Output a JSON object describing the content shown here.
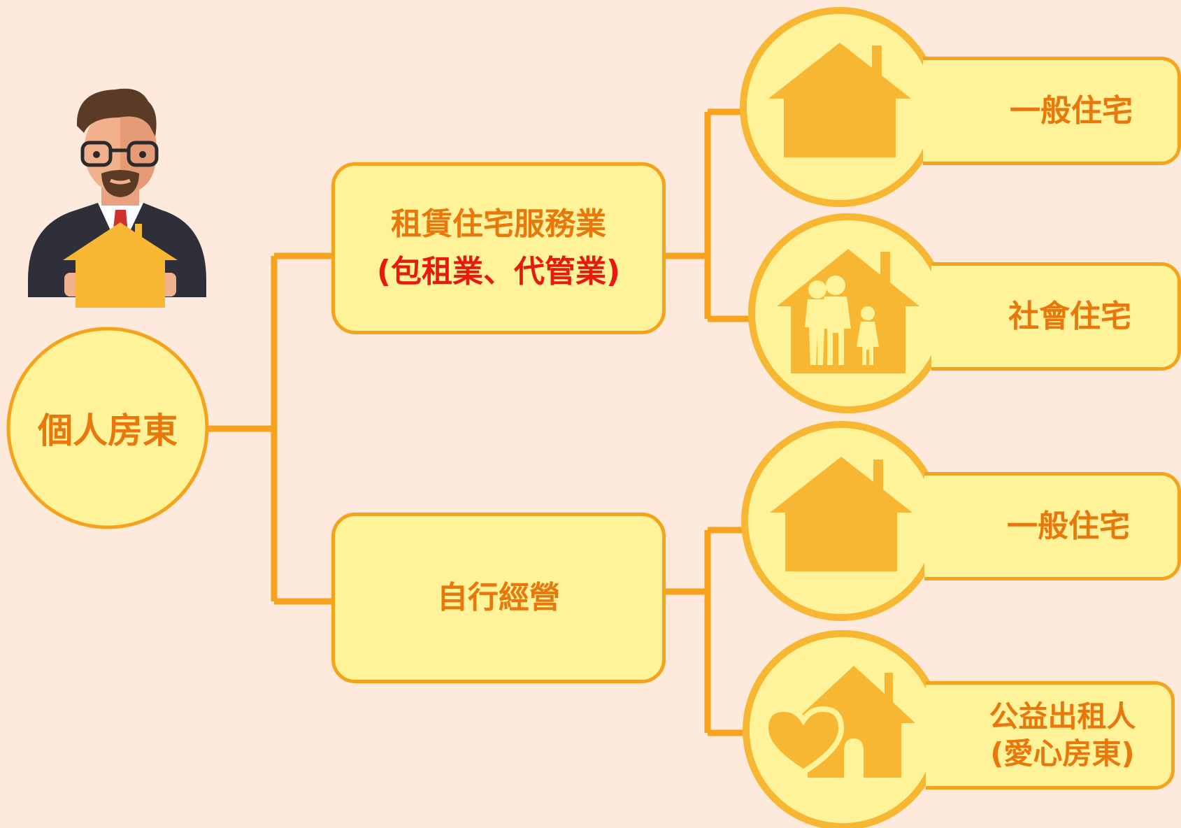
{
  "root": {
    "label": "個人房東"
  },
  "branches": [
    {
      "lines": [
        "租賃住宅服務業",
        "(包租業、代管業)"
      ],
      "leaves": [
        {
          "icon": "house-icon",
          "lines": [
            "一般住宅"
          ]
        },
        {
          "icon": "family-house-icon",
          "lines": [
            "社會住宅"
          ]
        }
      ]
    },
    {
      "lines": [
        "自行經營"
      ],
      "leaves": [
        {
          "icon": "house-icon",
          "lines": [
            "一般住宅"
          ]
        },
        {
          "icon": "heart-house-icon",
          "lines": [
            "公益出租人",
            "(愛心房東)"
          ]
        }
      ]
    }
  ],
  "colors": {
    "background": "#fdeadc",
    "box_fill": "#fff39a",
    "stroke": "#f5a31a",
    "text": "#e9780c",
    "emphasis": "#e8190f",
    "icon": "#f7b733"
  }
}
